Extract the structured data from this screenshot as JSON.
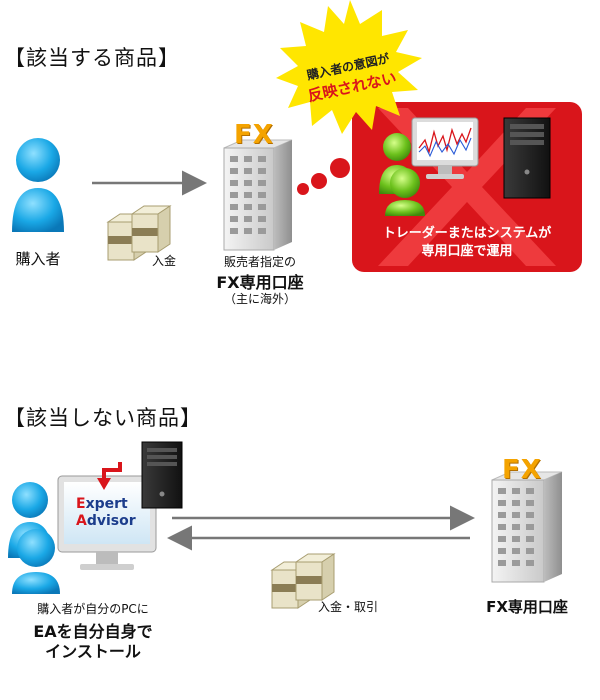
{
  "section1": {
    "title": "【該当する商品】",
    "buyer_label": "購入者",
    "deposit_label": "入金",
    "fx_badge": "FX",
    "account_caption_small": "販売者指定の",
    "account_caption_main": "FX専用口座",
    "account_caption_note": "（主に海外）",
    "burst_line1": "購入者の意図が",
    "burst_line2": "反映されない",
    "box_line1": "トレーダーまたはシステムが",
    "box_line2": "専用口座で運用"
  },
  "section2": {
    "title": "【該当しない商品】",
    "ea_word1_initial": "E",
    "ea_word1_rest": "xpert",
    "ea_word2_initial": "A",
    "ea_word2_rest": "dvisor",
    "buyer_caption_small": "購入者が自分のPCに",
    "buyer_caption_line1": "EAを自分自身で",
    "buyer_caption_line2": "インストール",
    "deposit_withdraw_label": "入金・取引",
    "fx_badge": "FX",
    "account_label": "FX専用口座"
  },
  "colors": {
    "accent_red": "#d9151b",
    "burst_yellow": "#ffe600",
    "person_blue": "#1aa8e6",
    "person_green": "#6cc11c",
    "fx_gold": "#f4a300",
    "arrow_gray": "#777777"
  }
}
